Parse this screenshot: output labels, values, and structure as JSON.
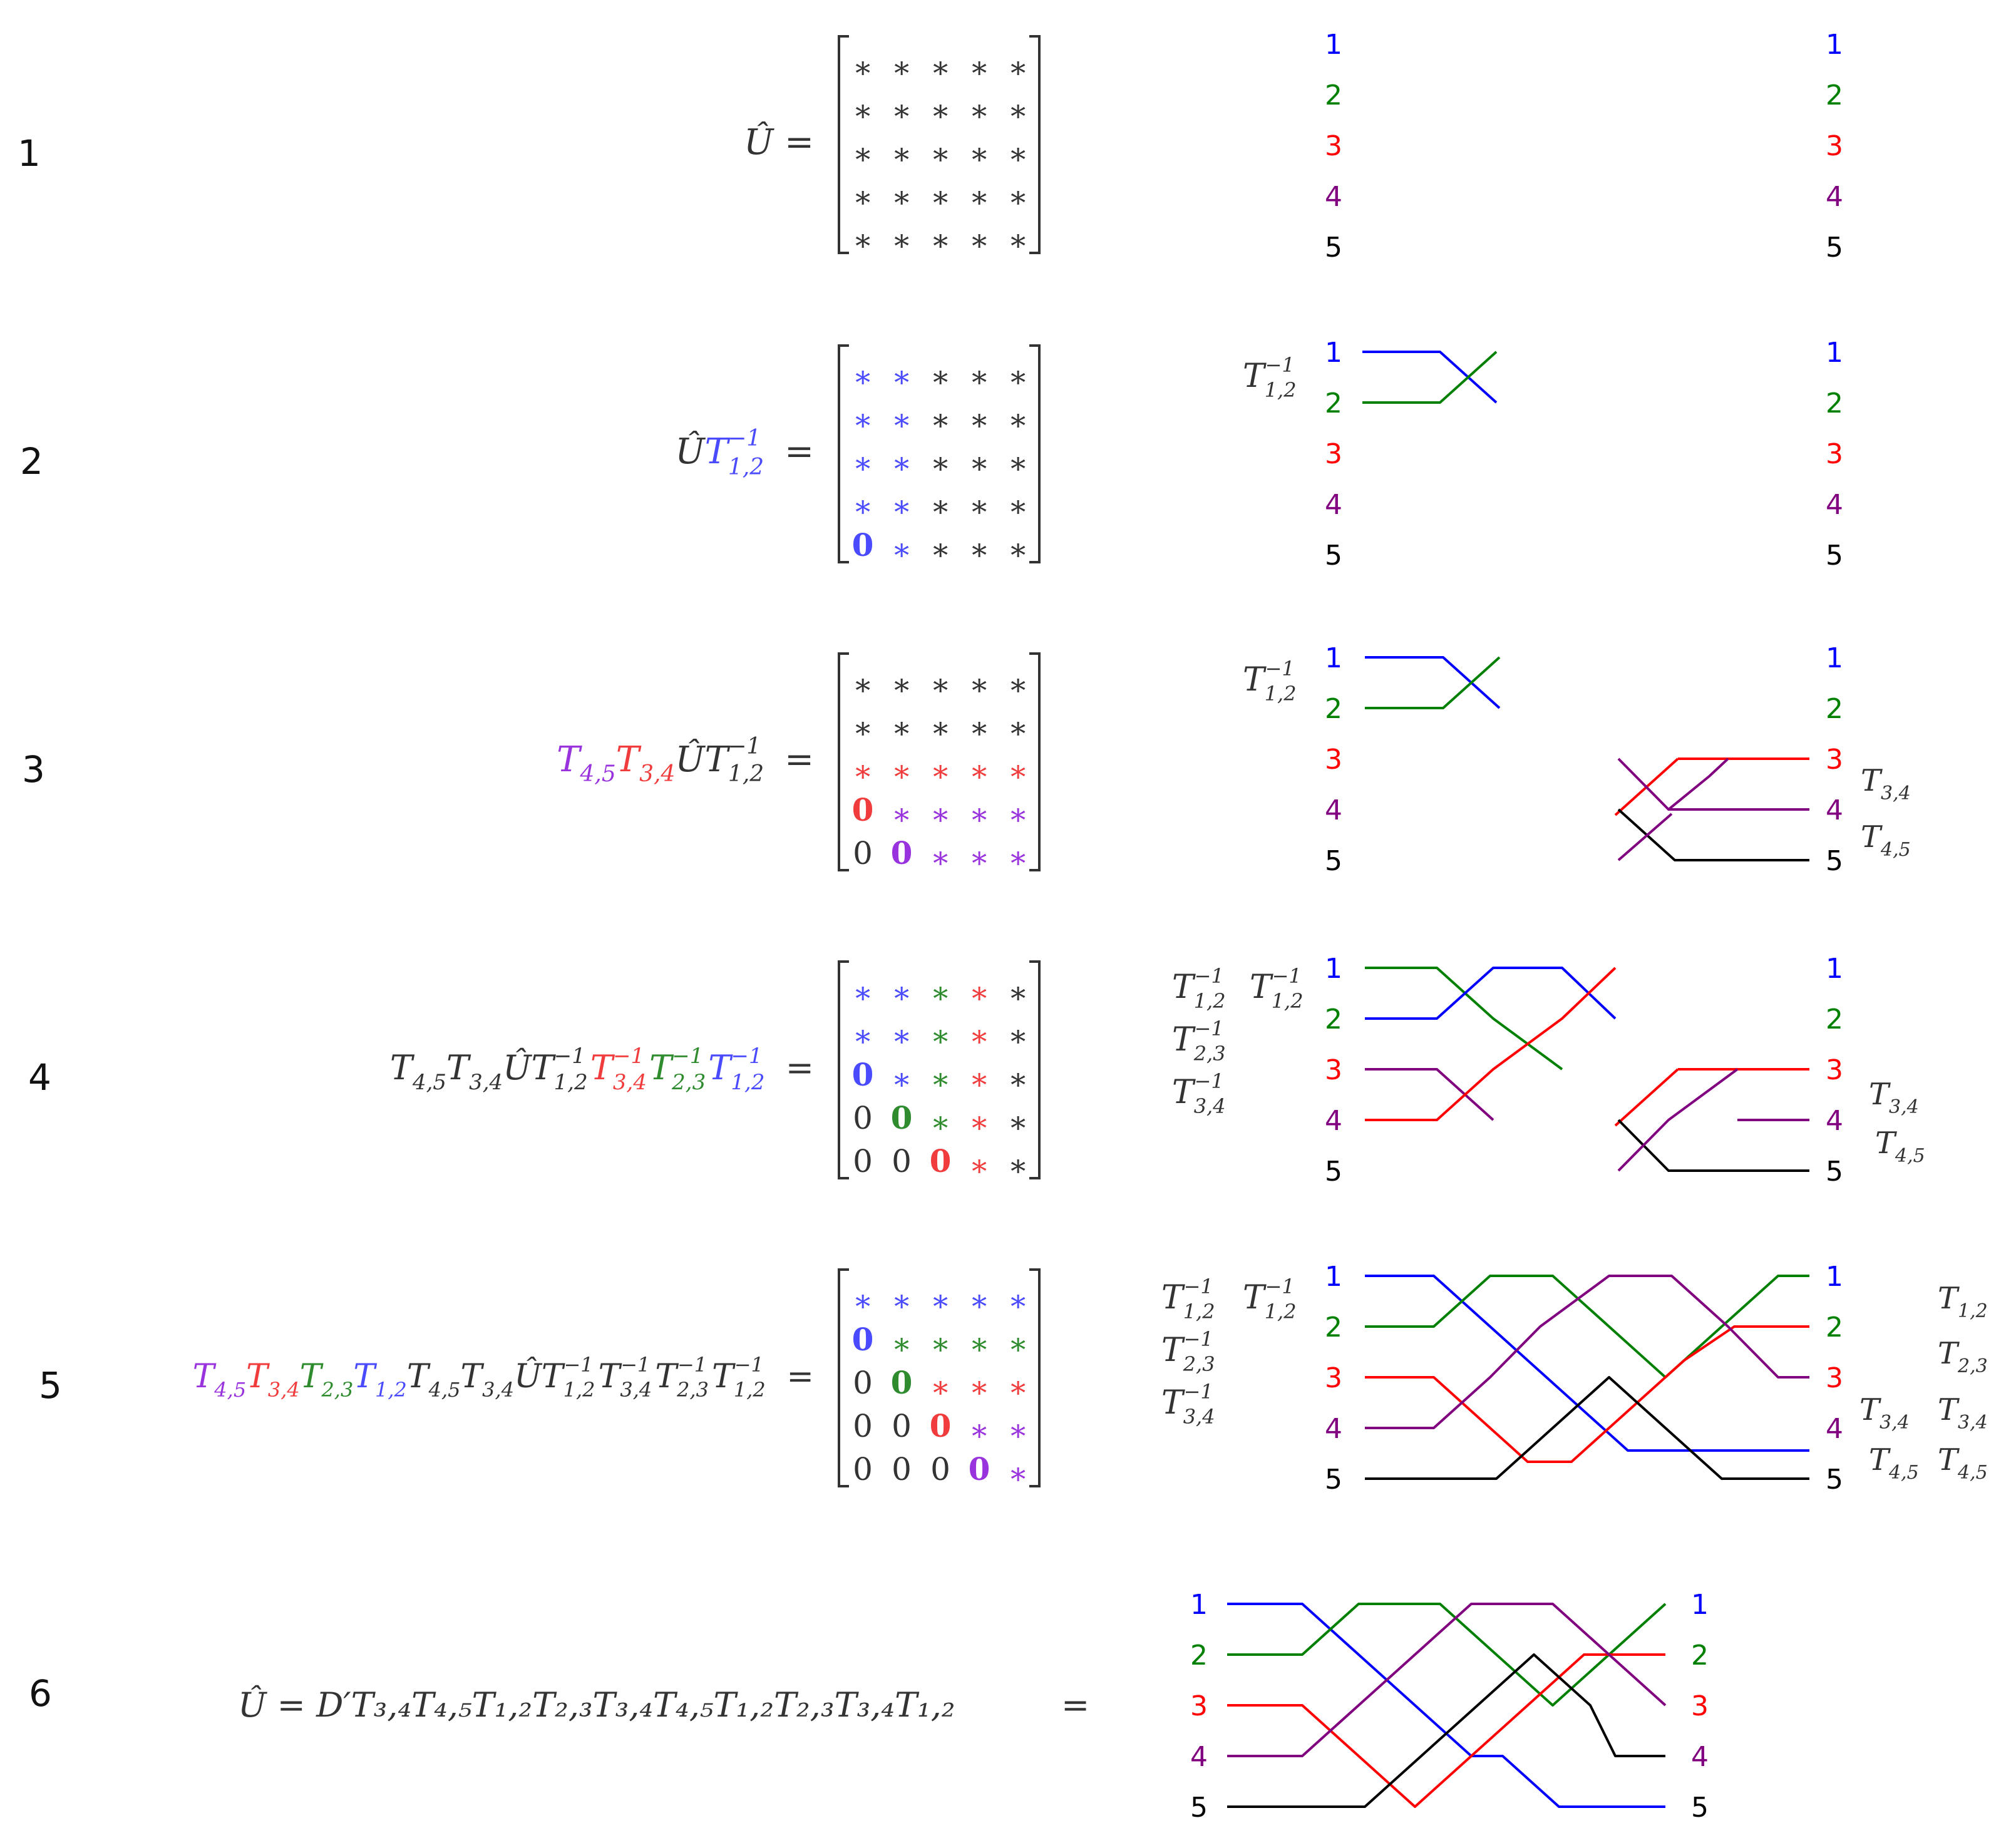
{
  "colors": {
    "1": "#0000ff",
    "2": "#008000",
    "3": "#ff0000",
    "4": "#800080",
    "5": "#000000",
    "b": "#4a4aff",
    "g": "#2e8b2e",
    "r": "#f03c3c",
    "p": "#9933dd",
    "k": "#333333"
  },
  "wire_labels": [
    "1",
    "2",
    "3",
    "4",
    "5"
  ],
  "steps": [
    {
      "number": "1",
      "lhs": "Û =",
      "matrix": [
        [
          "k*",
          "k*",
          "k*",
          "k*",
          "k*"
        ],
        [
          "k*",
          "k*",
          "k*",
          "k*",
          "k*"
        ],
        [
          "k*",
          "k*",
          "k*",
          "k*",
          "k*"
        ],
        [
          "k*",
          "k*",
          "k*",
          "k*",
          "k*"
        ],
        [
          "k*",
          "k*",
          "k*",
          "k*",
          "k*"
        ]
      ]
    },
    {
      "number": "2",
      "lhs": "ÛT⁻¹₁,₂ =",
      "matrix": [
        [
          "b*",
          "b*",
          "k*",
          "k*",
          "k*"
        ],
        [
          "b*",
          "b*",
          "k*",
          "k*",
          "k*"
        ],
        [
          "b*",
          "b*",
          "k*",
          "k*",
          "k*"
        ],
        [
          "b*",
          "b*",
          "k*",
          "k*",
          "k*"
        ],
        [
          "b0",
          "b*",
          "k*",
          "k*",
          "k*"
        ]
      ],
      "ops_left": [
        "T⁻¹₁,₂"
      ]
    },
    {
      "number": "3",
      "lhs": "T₄,₅T₃,₄ÛT⁻¹₁,₂ =",
      "matrix": [
        [
          "k*",
          "k*",
          "k*",
          "k*",
          "k*"
        ],
        [
          "k*",
          "k*",
          "k*",
          "k*",
          "k*"
        ],
        [
          "r*",
          "r*",
          "r*",
          "r*",
          "r*"
        ],
        [
          "r0",
          "p*",
          "p*",
          "p*",
          "p*"
        ],
        [
          "k0",
          "p0",
          "p*",
          "p*",
          "p*"
        ]
      ],
      "ops_left": [
        "T⁻¹₁,₂"
      ],
      "ops_right": [
        "T₃,₄",
        "T₄,₅"
      ]
    },
    {
      "number": "4",
      "lhs": "T₄,₅T₃,₄ÛT⁻¹₁,₂T⁻¹₃,₄T⁻¹₂,₃T⁻¹₁,₂ =",
      "matrix": [
        [
          "b*",
          "b*",
          "g*",
          "r*",
          "k*"
        ],
        [
          "b*",
          "b*",
          "g*",
          "r*",
          "k*"
        ],
        [
          "b0",
          "b*",
          "g*",
          "r*",
          "k*"
        ],
        [
          "k0",
          "g0",
          "g*",
          "r*",
          "k*"
        ],
        [
          "k0",
          "k0",
          "r0",
          "r*",
          "k*"
        ]
      ],
      "ops_left_colored": [
        "T⁻¹₁,₂",
        "T⁻¹₂,₃",
        "T⁻¹₃,₄"
      ],
      "ops_left": [
        "T⁻¹₁,₂"
      ],
      "ops_right": [
        "T₃,₄",
        "T₄,₅"
      ]
    },
    {
      "number": "5",
      "lhs": "T₄,₅T₃,₄T₂,₃T₁,₂T₄,₅T₃,₄ÛT⁻¹₁,₂T⁻¹₃,₄T⁻¹₂,₃T⁻¹₁,₂ =",
      "matrix": [
        [
          "b*",
          "b*",
          "b*",
          "b*",
          "b*"
        ],
        [
          "b0",
          "g*",
          "g*",
          "g*",
          "g*"
        ],
        [
          "k0",
          "g0",
          "r*",
          "r*",
          "r*"
        ],
        [
          "k0",
          "k0",
          "r0",
          "p*",
          "p*"
        ],
        [
          "k0",
          "k0",
          "k0",
          "p0",
          "p*"
        ]
      ],
      "ops_left_stack": [
        "T⁻¹₁,₂",
        "T⁻¹₂,₃",
        "T⁻¹₃,₄"
      ],
      "ops_left": [
        "T⁻¹₁,₂"
      ],
      "ops_right": [
        "T₃,₄",
        "T₄,₅"
      ],
      "ops_right_colored": [
        "T₁,₂",
        "T₂,₃",
        "T₃,₄",
        "T₄,₅"
      ]
    },
    {
      "number": "6",
      "formula": "Û = D′T₃,₄T₄,₅T₁,₂T₂,₃T₃,₄T₄,₅T₁,₂T₂,₃T₃,₄T₁,₂",
      "equals": "="
    }
  ]
}
